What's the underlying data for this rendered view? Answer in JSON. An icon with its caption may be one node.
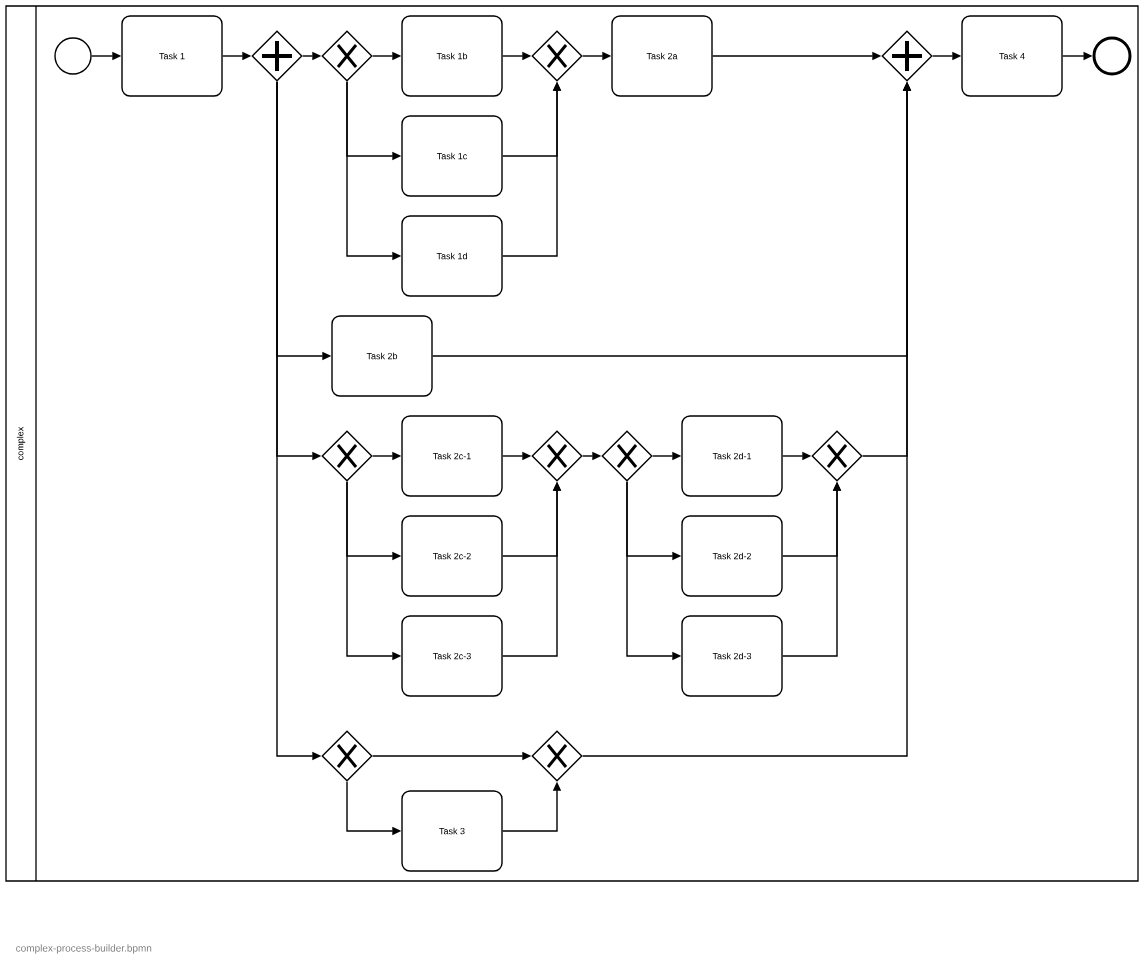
{
  "diagram": {
    "nodes": [
      {
        "text": [
          "complex"
        ]
      },
      {
        "text": [],
        "shape": "circle",
        "in": 0
      },
      {
        "text": [
          "Task 1"
        ],
        "in": 0
      },
      {
        "text": [],
        "shape": "diamond",
        "in": 0
      },
      {
        "text": [],
        "shape": "diamond",
        "in": 0
      },
      {
        "text": [
          "Task 1b"
        ],
        "in": 0
      },
      {
        "text": [
          "Task 1c"
        ],
        "in": 0
      },
      {
        "text": [
          "Task 1d"
        ],
        "in": 0
      },
      {
        "text": [],
        "shape": "diamond",
        "in": 0
      },
      {
        "text": [
          "Task 2a"
        ],
        "in": 0
      },
      {
        "text": [],
        "shape": "diamond",
        "in": 0
      },
      {
        "text": [
          "Task 4"
        ],
        "in": 0
      },
      {
        "text": [],
        "shape": "circle",
        "in": 0
      },
      {
        "text": [
          "Task 2b"
        ],
        "in": 0
      },
      {
        "text": [],
        "shape": "diamond",
        "in": 0
      },
      {
        "text": [
          "Task 2c-1"
        ],
        "in": 0
      },
      {
        "text": [
          "Task 2c-2"
        ],
        "in": 0
      },
      {
        "text": [
          "Task 2c-3"
        ],
        "in": 0
      },
      {
        "text": [],
        "shape": "diamond",
        "in": 0
      },
      {
        "text": [],
        "shape": "diamond",
        "in": 0
      },
      {
        "text": [
          "Task 2d-1"
        ],
        "in": 0
      },
      {
        "text": [
          "Task 2d-2"
        ],
        "in": 0
      },
      {
        "text": [
          "Task 2d-3"
        ],
        "in": 0
      },
      {
        "text": [],
        "shape": "diamond",
        "in": 0
      },
      {
        "text": [],
        "shape": "diamond",
        "in": 0
      },
      {
        "text": [],
        "shape": "diamond",
        "in": 0
      },
      {
        "text": [
          "Task 3"
        ],
        "in": 0
      }
    ],
    "edges": [
      {
        "from": 1,
        "to": 2,
        "arrow": "to"
      },
      {
        "from": 2,
        "to": 3,
        "arrow": "to"
      },
      {
        "from": 3,
        "to": 4,
        "arrow": "to"
      },
      {
        "from": 4,
        "to": 5,
        "arrow": "to"
      },
      {
        "from": 4,
        "to": 6,
        "arrow": "to"
      },
      {
        "from": 4,
        "to": 7,
        "arrow": "to"
      },
      {
        "from": 5,
        "to": 8,
        "arrow": "to"
      },
      {
        "from": 6,
        "to": 8,
        "arrow": "to"
      },
      {
        "from": 7,
        "to": 8,
        "arrow": "to"
      },
      {
        "from": 8,
        "to": 9,
        "arrow": "to"
      },
      {
        "from": 9,
        "to": 10,
        "arrow": "to"
      },
      {
        "from": 10,
        "to": 11,
        "arrow": "to"
      },
      {
        "from": 11,
        "to": 12,
        "arrow": "to"
      },
      {
        "from": 3,
        "to": 13,
        "arrow": "to"
      },
      {
        "from": 3,
        "to": 14,
        "arrow": "to"
      },
      {
        "from": 3,
        "to": 24,
        "arrow": "to"
      },
      {
        "from": 13,
        "to": 10,
        "arrow": "to"
      },
      {
        "from": 14,
        "to": 15,
        "arrow": "to"
      },
      {
        "from": 14,
        "to": 16,
        "arrow": "to"
      },
      {
        "from": 14,
        "to": 17,
        "arrow": "to"
      },
      {
        "from": 15,
        "to": 18,
        "arrow": "to"
      },
      {
        "from": 16,
        "to": 18,
        "arrow": "to"
      },
      {
        "from": 17,
        "to": 18,
        "arrow": "to"
      },
      {
        "from": 18,
        "to": 19,
        "arrow": "to"
      },
      {
        "from": 19,
        "to": 20,
        "arrow": "to"
      },
      {
        "from": 19,
        "to": 21,
        "arrow": "to"
      },
      {
        "from": 19,
        "to": 22,
        "arrow": "to"
      },
      {
        "from": 20,
        "to": 23,
        "arrow": "to"
      },
      {
        "from": 21,
        "to": 23,
        "arrow": "to"
      },
      {
        "from": 22,
        "to": 23,
        "arrow": "to"
      },
      {
        "from": 23,
        "to": 10,
        "arrow": "to"
      },
      {
        "from": 24,
        "to": 25,
        "arrow": "to"
      },
      {
        "from": 24,
        "to": 26,
        "arrow": "to"
      },
      {
        "from": 26,
        "to": 25,
        "arrow": "to"
      },
      {
        "from": 25,
        "to": 10,
        "arrow": "to"
      }
    ],
    "labels": [
      "complex-process-builder.bpmn"
    ]
  }
}
